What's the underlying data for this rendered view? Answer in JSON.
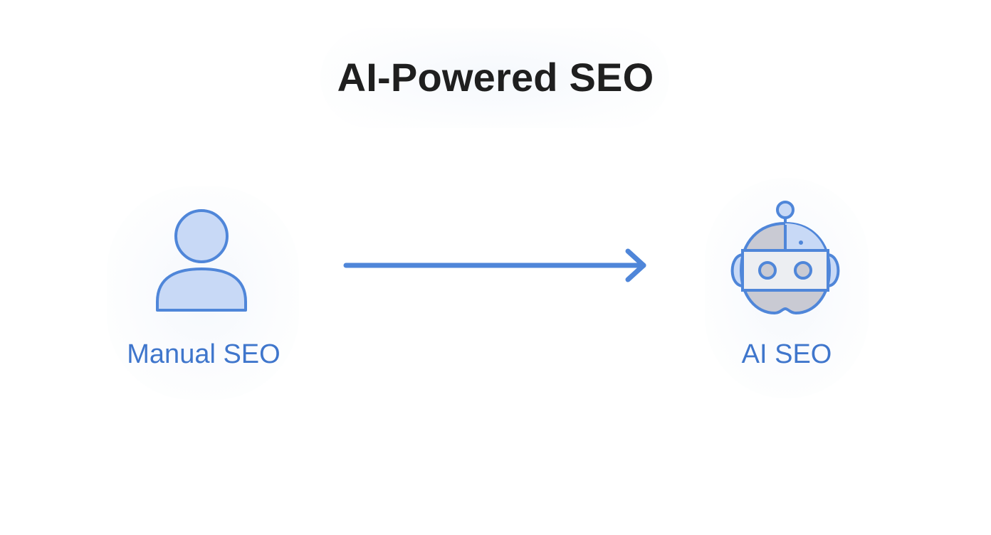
{
  "diagram": {
    "title": "AI-Powered SEO",
    "colors": {
      "accent": "#4f86d9",
      "accent_fill": "#c8d9f6",
      "label": "#3f76cc",
      "title": "#1f1f1f",
      "robot_gray": "#c9cad3",
      "robot_panel": "#eceef2"
    },
    "nodes": [
      {
        "id": "manual",
        "label": "Manual SEO",
        "icon": "person-icon"
      },
      {
        "id": "ai",
        "label": "AI SEO",
        "icon": "robot-icon"
      }
    ],
    "edges": [
      {
        "from": "manual",
        "to": "ai",
        "style": "arrow"
      }
    ]
  }
}
